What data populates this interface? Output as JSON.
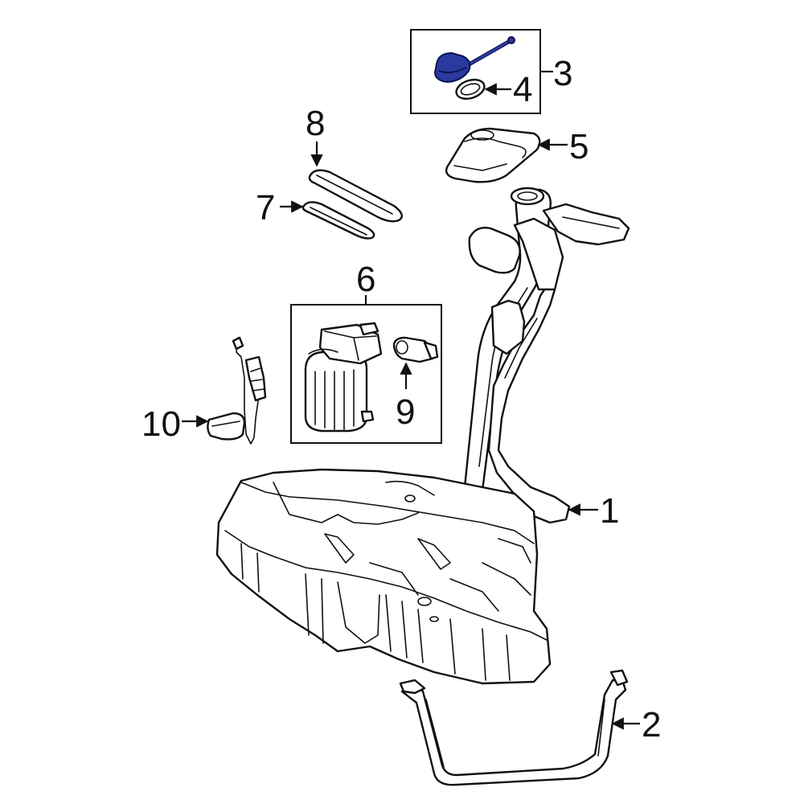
{
  "callouts": {
    "c1": "1",
    "c2": "2",
    "c3": "3",
    "c4": "4",
    "c5": "5",
    "c6": "6",
    "c7": "7",
    "c8": "8",
    "c9": "9",
    "c10": "10"
  },
  "colors": {
    "line": "#111111",
    "highlight_fill": "#2b3a9e",
    "highlight_stroke": "#0d1450",
    "background": "#ffffff"
  },
  "highlighted_part": "c3"
}
